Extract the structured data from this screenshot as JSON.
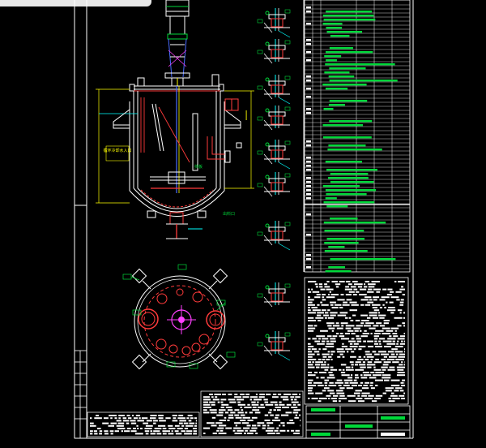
{
  "colors": {
    "background": "#000000",
    "frame": "#ffffff",
    "outline": "#ffffff",
    "agitator": "#ff3b3b",
    "shaft": "#4a6cff",
    "detail": "#00d93a",
    "note": "#ffff00",
    "dimension": "#00ffff",
    "accent": "#ff40ff"
  },
  "drawing": {
    "label_jacket_inlet": "循环冷却水入口",
    "label_baffle": "挡板",
    "label_outlet": "出料口",
    "label_main_section": "",
    "label_plan_view": ""
  },
  "icons": {
    "flange_detail": "flange-detail-icon",
    "nozzle": "nozzle-icon"
  }
}
